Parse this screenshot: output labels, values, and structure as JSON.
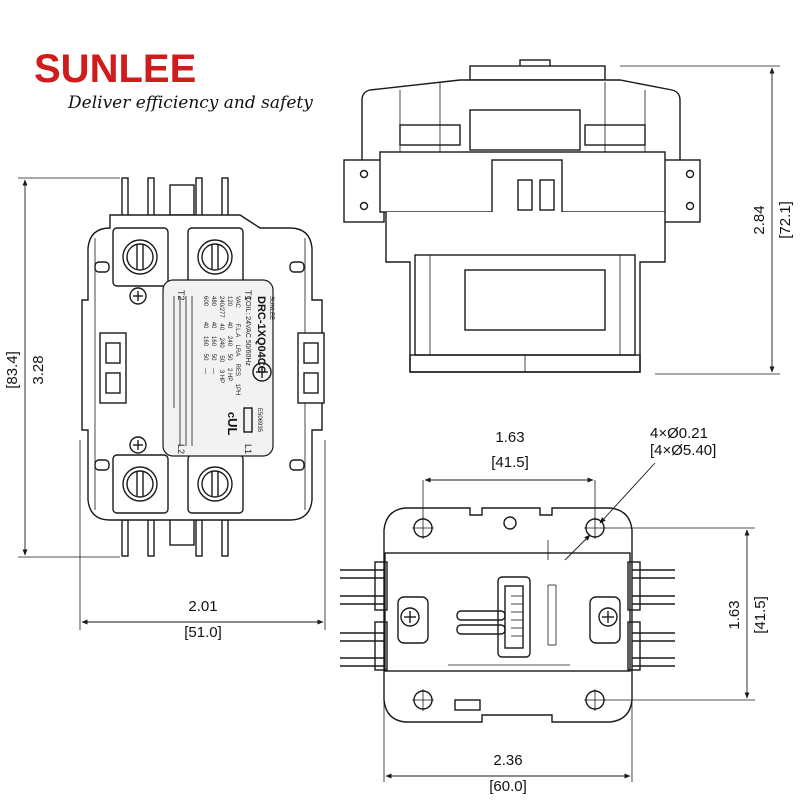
{
  "brand": {
    "name": "SUNLEE",
    "tagline": "Deliver efficiency and safety",
    "color": "#d01c1c"
  },
  "front_view": {
    "model": "DRC-1XQ04CC",
    "coil": "COIL: 24VAC 50/60Hz",
    "label_text": "SUNLEE",
    "cert_code": "E506935",
    "terminal_labels": [
      "T1",
      "T2",
      "L1",
      "L2"
    ],
    "ratings_header": [
      "VAC",
      "F.L.A",
      "LRA",
      "RES",
      "1PH"
    ],
    "ratings_rows": [
      [
        "120",
        "40",
        "240",
        "50",
        "2 HP"
      ],
      [
        "240/277",
        "40",
        "240",
        "50",
        "3 HP"
      ],
      [
        "480",
        "40",
        "160",
        "50",
        "—"
      ],
      [
        "600",
        "40",
        "160",
        "50",
        "—"
      ]
    ],
    "width": {
      "in": "2.01",
      "mm": "[51.0]"
    },
    "height": {
      "in": "3.28",
      "mm": "[83.4]"
    }
  },
  "side_view": {
    "height": {
      "in": "2.84",
      "mm": "[72.1]"
    }
  },
  "bottom_view": {
    "hole_spacing_x": {
      "in": "1.63",
      "mm": "[41.5]"
    },
    "hole_spacing_y": {
      "in": "1.63",
      "mm": "[41.5]"
    },
    "holes": {
      "in": "4×Ø0.21",
      "mm": "[4×Ø5.40]"
    },
    "width": {
      "in": "2.36",
      "mm": "[60.0]"
    }
  }
}
